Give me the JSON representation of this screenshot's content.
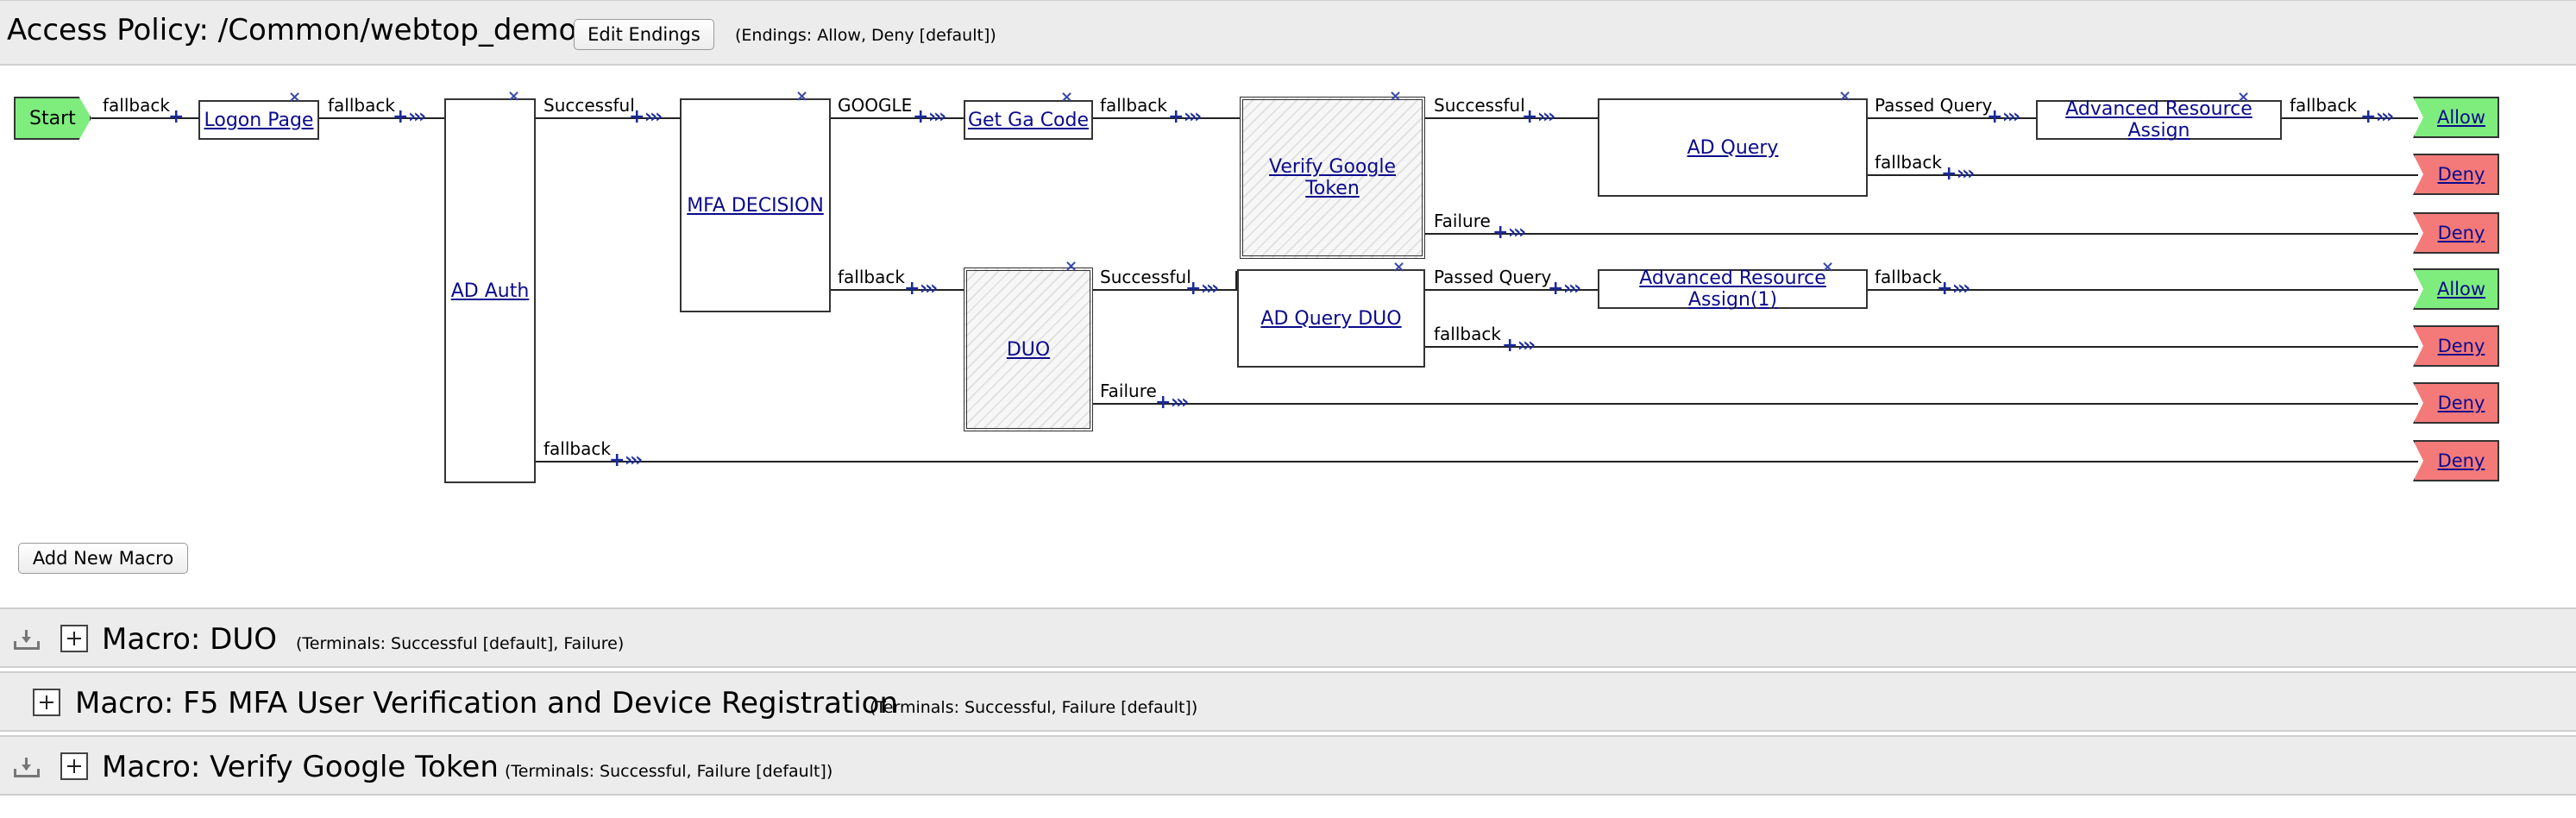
{
  "header": {
    "title": "Access Policy: /Common/webtop_demo",
    "edit_endings_label": "Edit Endings",
    "endings_note": "(Endings: Allow, Deny [default])"
  },
  "flow": {
    "start_label": "Start",
    "nodes": {
      "logon_page": "Logon Page",
      "ad_auth": "AD Auth",
      "mfa_decision": "MFA DECISION",
      "get_ga_code": "Get Ga Code",
      "verify_google_token": "Verify Google Token",
      "duo": "DUO",
      "ad_query": "AD Query",
      "ad_query_duo": "AD Query DUO",
      "advanced_resource_assign": "Advanced Resource Assign",
      "advanced_resource_assign_1": "Advanced Resource Assign(1)"
    },
    "branches": {
      "fallback": "fallback",
      "successful": "Successful",
      "google": "GOOGLE",
      "failure": "Failure",
      "passed_query": "Passed Query"
    },
    "terminals": {
      "allow": "Allow",
      "deny": "Deny"
    }
  },
  "add_new_macro_label": "Add New Macro",
  "macros": [
    {
      "title": "Macro: DUO",
      "terminals": "(Terminals: Successful [default], Failure)"
    },
    {
      "title": "Macro: F5 MFA User Verification and Device Registration",
      "terminals": "(Terminals: Successful, Failure [default])"
    },
    {
      "title": "Macro: Verify Google Token",
      "terminals": "(Terminals: Successful, Failure [default])"
    }
  ],
  "colors": {
    "allow": "#7eed7e",
    "deny": "#f47a7a",
    "link": "#0b0b8c",
    "connector": "#1a2a9a"
  }
}
